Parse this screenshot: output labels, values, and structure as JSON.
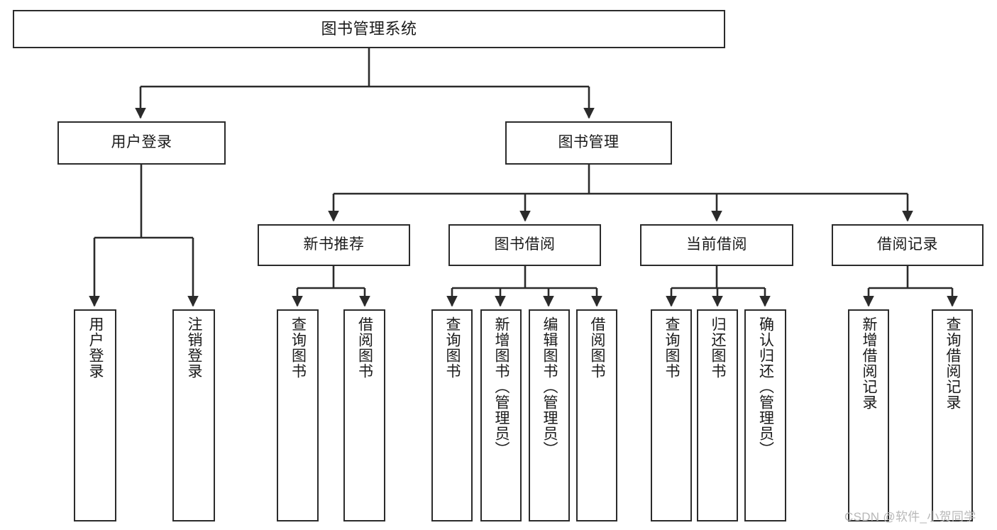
{
  "diagram": {
    "title": "图书管理系统",
    "watermark": "CSDN @软件_小贺同学",
    "root": {
      "label": "图书管理系统"
    },
    "level1": [
      {
        "label": "用户登录"
      },
      {
        "label": "图书管理"
      }
    ],
    "level2": [
      {
        "label": "新书推荐"
      },
      {
        "label": "图书借阅"
      },
      {
        "label": "当前借阅"
      },
      {
        "label": "借阅记录"
      }
    ],
    "leaves": {
      "user_login": [
        {
          "label": "用户登录"
        },
        {
          "label": "注销登录"
        }
      ],
      "new_book": [
        {
          "label": "查询图书"
        },
        {
          "label": "借阅图书"
        }
      ],
      "book_borrow": [
        {
          "label": "查询图书"
        },
        {
          "label": "新增图书（管理员）"
        },
        {
          "label": "编辑图书（管理员）"
        },
        {
          "label": "借阅图书"
        }
      ],
      "current_borrow": [
        {
          "label": "查询图书"
        },
        {
          "label": "归还图书"
        },
        {
          "label": "确认归还（管理员）"
        }
      ],
      "borrow_record": [
        {
          "label": "新增借阅记录"
        },
        {
          "label": "查询借阅记录"
        }
      ]
    },
    "colors": {
      "stroke": "#2b2b2b",
      "background": "#ffffff",
      "text": "#1a1a1a",
      "watermark": "#b8b8b8"
    }
  }
}
